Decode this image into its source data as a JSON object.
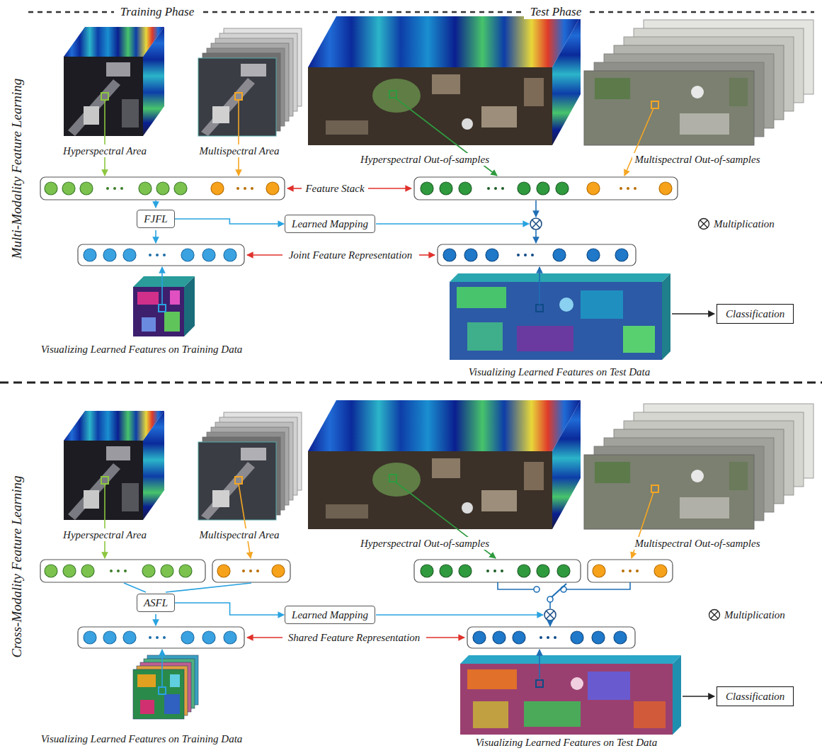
{
  "diagram": {
    "nodes": [
      {
        "text": [
          "FJFL"
        ]
      },
      {
        "text": [
          "Learned Mapping"
        ]
      },
      {
        "text": [
          "Classification"
        ]
      },
      {
        "text": [
          "ASFL"
        ]
      },
      {
        "text": [
          "Learned Mapping"
        ]
      },
      {
        "text": [
          "Classification"
        ]
      }
    ],
    "edges": [
      {
        "from": 0,
        "to": 1,
        "arrow": "to"
      },
      {
        "from": 3,
        "to": 4,
        "arrow": "to"
      }
    ],
    "labels": [
      "Training Phase",
      "Test Phase",
      "Multi-Modality Feature Learning",
      "Hyperspectral Area",
      "Multispectral Area",
      "Hyperspectral Out-of-samples",
      "Multispectral Out-of-samples",
      "Feature Stack",
      "Joint Feature Representation",
      "Visualizing Learned Features on Training Data",
      "Visualizing Learned Features on Test Data",
      "Cross-Modality Feature Learning",
      "Hyperspectral Area",
      "Multispectral Area",
      "Hyperspectral Out-of-samples",
      "Multispectral Out-of-samples",
      "Shared Feature Representation",
      "Visualizing Learned Features on Training Data",
      "Visualizing Learned Features on Test Data"
    ],
    "legend": [
      {
        "text": "Multiplication"
      },
      {
        "text": "Multiplication"
      }
    ]
  }
}
